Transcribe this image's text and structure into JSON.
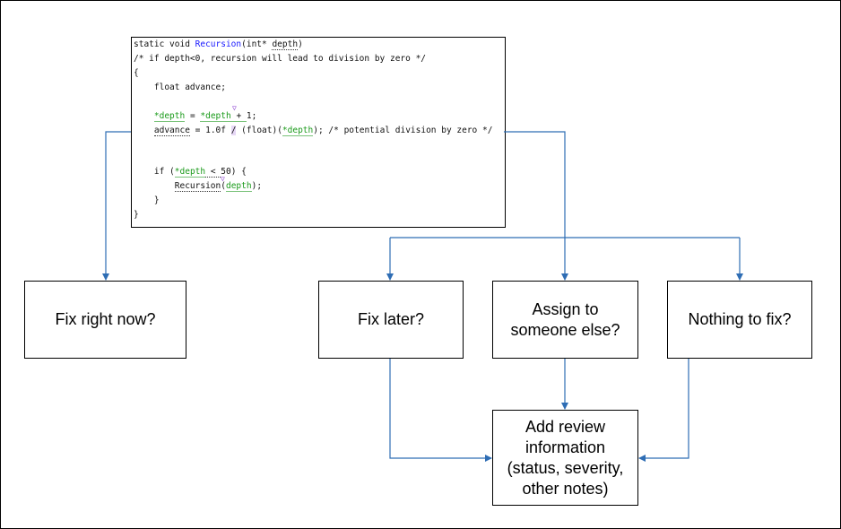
{
  "code": {
    "lines": [
      {
        "pre": "static void ",
        "fn": "Recursion",
        "mid": "(int* ",
        "param": "depth",
        "post": ")"
      },
      "/* if depth<0, recursion will lead to division by zero */",
      "{",
      "    float advance;",
      "",
      {
        "indent": "    ",
        "a": "*depth",
        "b": " = ",
        "c": "*depth",
        "d": " + ",
        "e": "1;"
      },
      {
        "indent": "    ",
        "a": "advance",
        "b": " = 1.0f ",
        "c": "/",
        "d": " (float)(",
        "e": "*depth",
        "f": "); /* potential division by zero */"
      },
      "",
      "",
      {
        "indent": "    ",
        "a": "if (",
        "b": "*depth",
        "c": " < ",
        "d": "50",
        "e": ") {"
      },
      {
        "indent": "        ",
        "a": "Recursion",
        "b": "(",
        "c": "depth",
        "d": ");"
      },
      "    }",
      "}"
    ]
  },
  "boxes": {
    "fix_now": "Fix right now?",
    "fix_later": "Fix later?",
    "assign_line1": "Assign to",
    "assign_line2": "someone else?",
    "nothing": "Nothing to fix?",
    "review_line1": "Add review",
    "review_line2": "information",
    "review_line3": "(status, severity,",
    "review_line4": "other notes)"
  },
  "colors": {
    "connector": "#2e6db4",
    "keyword": "#1a1aff",
    "variable": "#1a9a1a",
    "highlight": "#e6d7f5"
  }
}
